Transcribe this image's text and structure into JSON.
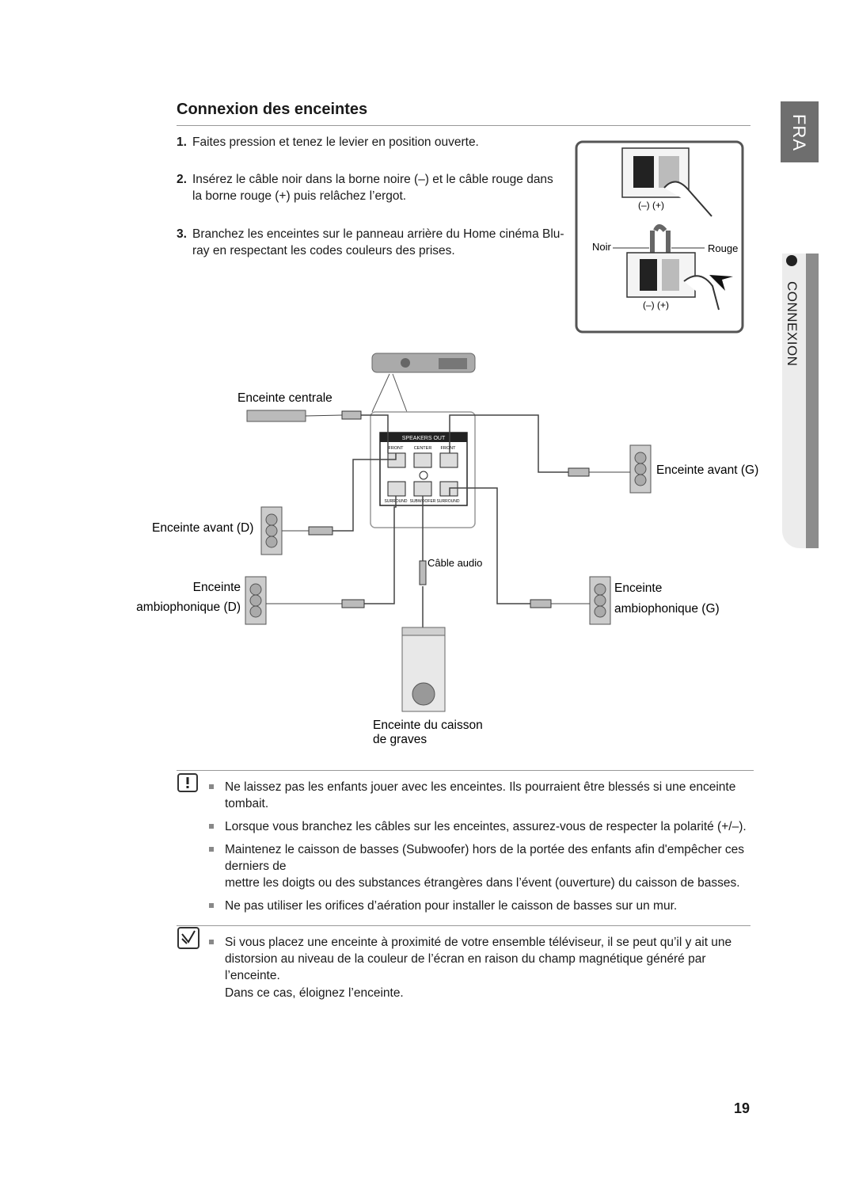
{
  "side_tab": {
    "lang": "FRA",
    "section": "CONNEXION"
  },
  "title": "Connexion des enceintes",
  "steps": [
    {
      "num": "1.",
      "text": "Faites pression et tenez le levier en position ouverte."
    },
    {
      "num": "2.",
      "text": "Insérez le câble noir dans la borne noire (–) et le câble rouge dans la borne rouge (+) puis relâchez l’ergot."
    },
    {
      "num": "3.",
      "text": "Branchez les enceintes sur le panneau arrière du Home cinéma Blu-ray en respectant les codes couleurs des prises."
    }
  ],
  "inset": {
    "polarity": "(–)  (+)",
    "noir": "Noir",
    "rouge": "Rouge"
  },
  "diagram": {
    "center_speaker": "Enceinte centrale",
    "front_left": "Enceinte avant (G)",
    "front_right": "Enceinte avant (D)",
    "surround_right_1": "Enceinte",
    "surround_right_2": "ambiophonique (D)",
    "surround_left_1": "Enceinte",
    "surround_left_2": "ambiophonique (G)",
    "audio_cable": "Câble audio",
    "subwoofer_1": "Enceinte du caisson",
    "subwoofer_2": "de graves",
    "panel_title": "SPEAKERS OUT",
    "panel_front_r": "FRONT",
    "panel_center": "CENTER",
    "panel_front_l": "FRONT",
    "panel_surround_r": "SURROUND",
    "panel_subwoofer": "SUBWOOFER",
    "panel_surround_l": "SURROUND"
  },
  "cautions": [
    "Ne laissez pas les enfants jouer avec les enceintes. Ils pourraient être blessés si une enceinte tombait.",
    "Lorsque vous branchez les câbles sur les enceintes, assurez-vous de respecter la polarité (+/–).",
    "Maintenez le caisson de basses (Subwoofer) hors de la portée des enfants afin d'empêcher ces derniers de",
    "mettre les doigts ou des substances étrangères dans l’évent (ouverture) du caisson de basses.",
    "Ne pas utiliser les orifices d’aération pour installer le caisson de basses sur un mur."
  ],
  "note": {
    "line1": "Si vous placez une enceinte à proximité de votre ensemble téléviseur, il se peut qu’il y ait une distorsion au niveau de la couleur de l’écran en raison du champ magnétique généré par l’enceinte.",
    "line2": "Dans ce cas, éloignez l’enceinte."
  },
  "page_number": "19"
}
